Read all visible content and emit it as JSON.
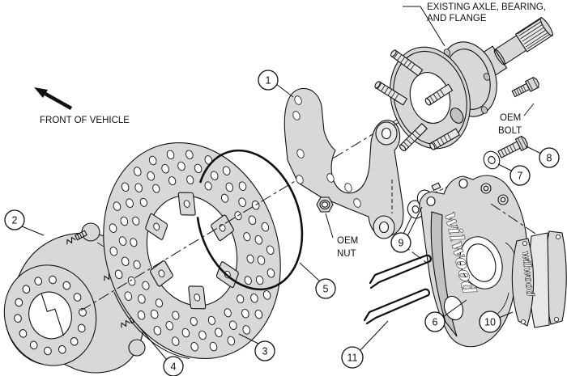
{
  "labels": {
    "axle_note_line1": "EXISTING AXLE, BEARING,",
    "axle_note_line2": "AND FLANGE",
    "oem_bolt_line1": "OEM",
    "oem_bolt_line2": "BOLT",
    "oem_nut_line1": "OEM",
    "oem_nut_line2": "NUT",
    "front_of_vehicle": "FRONT OF VEHICLE"
  },
  "brand": {
    "caliper_script": "wilwood",
    "pad_script": "wilwood"
  },
  "callouts": [
    {
      "number": "1"
    },
    {
      "number": "2"
    },
    {
      "number": "3"
    },
    {
      "number": "4"
    },
    {
      "number": "5"
    },
    {
      "number": "6"
    },
    {
      "number": "7"
    },
    {
      "number": "8"
    },
    {
      "number": "9"
    },
    {
      "number": "10"
    },
    {
      "number": "11"
    }
  ],
  "colors": {
    "background": "#ffffff",
    "line": "#111111",
    "metal_fill": "#d8d8d8",
    "metal_light": "#e7e7e7",
    "metal_dark": "#c2c2c2"
  }
}
